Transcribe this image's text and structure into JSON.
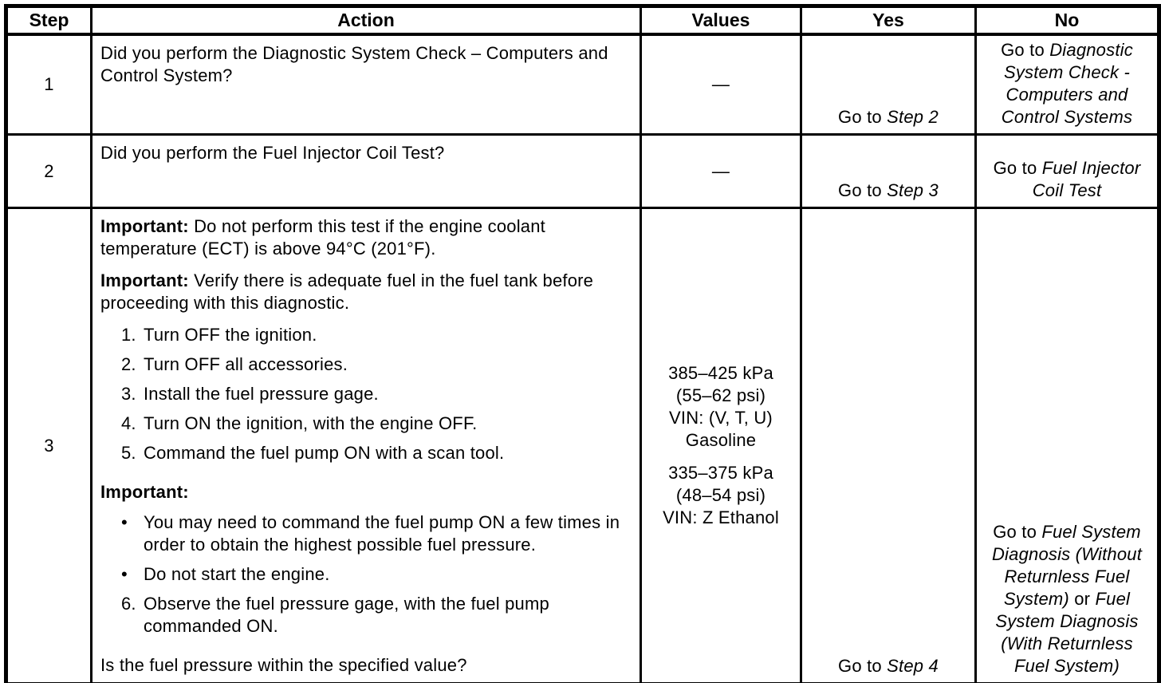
{
  "table": {
    "headers": [
      "Step",
      "Action",
      "Values",
      "Yes",
      "No"
    ],
    "rows": [
      {
        "step": "1",
        "action_question": "Did you perform the Diagnostic System Check – Computers and Control System?",
        "values": "—",
        "yes": {
          "prefix": "Go to ",
          "target": "Step 2"
        },
        "no": {
          "prefix": "Go to ",
          "target": "Diagnostic System Check - Computers and Control Systems"
        }
      },
      {
        "step": "2",
        "action_question": "Did you perform the Fuel Injector Coil Test?",
        "values": "—",
        "yes": {
          "prefix": "Go to ",
          "target": "Step 3"
        },
        "no": {
          "prefix": "Go to ",
          "target": "Fuel Injector Coil Test"
        }
      },
      {
        "step": "3",
        "action": {
          "important1_label": "Important:",
          "important1_text": "Do not perform this test if the engine coolant temperature (ECT) is above 94°C (201°F).",
          "important2_label": "Important:",
          "important2_text": "Verify there is adequate fuel in the fuel tank before proceeding with this diagnostic.",
          "list1": [
            [
              "1.",
              "Turn OFF the ignition."
            ],
            [
              "2.",
              "Turn OFF all accessories."
            ],
            [
              "3.",
              "Install the fuel pressure gage."
            ],
            [
              "4.",
              "Turn ON the ignition, with the engine OFF."
            ],
            [
              "5.",
              "Command the fuel pump ON with a scan tool."
            ]
          ],
          "important3_label": "Important:",
          "bullets": [
            [
              "•",
              "You may need to command the fuel pump ON a few times in order to obtain the highest possible fuel pressure."
            ],
            [
              "•",
              "Do not start the engine."
            ]
          ],
          "list2": [
            [
              "6.",
              "Observe the fuel pressure gage, with the fuel pump commanded ON."
            ]
          ],
          "question": "Is the fuel pressure within the specified value?"
        },
        "values": {
          "block1": [
            "385–425 kPa",
            "(55–62 psi)",
            "VIN: (V, T, U)",
            "Gasoline"
          ],
          "block2": [
            "335–375 kPa",
            "(48–54 psi)",
            "VIN: Z Ethanol"
          ]
        },
        "yes": {
          "prefix": "Go to ",
          "target": "Step 4"
        },
        "no": {
          "prefix": "Go to ",
          "italic1": "Fuel System Diagnosis (Without Returnless Fuel System)",
          "or": " or ",
          "italic2": "Fuel System Diagnosis (With Returnless Fuel System)"
        }
      }
    ]
  }
}
